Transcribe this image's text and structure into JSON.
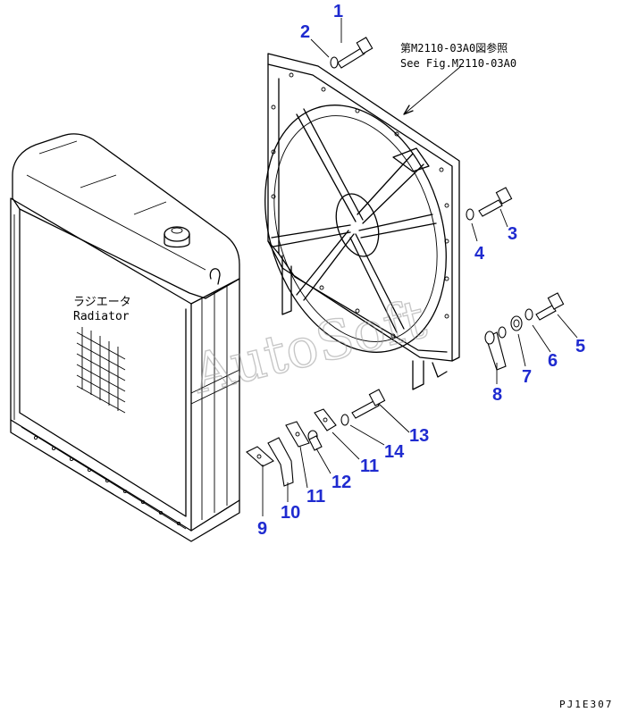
{
  "reference_note": {
    "line1": "第M2110-03A0図参照",
    "line2": "See Fig.M2110-03A0"
  },
  "radiator_label": {
    "japanese": "ラジエータ",
    "english": "Radiator"
  },
  "callouts": [
    {
      "id": "c1",
      "text": "1"
    },
    {
      "id": "c2",
      "text": "2"
    },
    {
      "id": "c3",
      "text": "3"
    },
    {
      "id": "c4",
      "text": "4"
    },
    {
      "id": "c5",
      "text": "5"
    },
    {
      "id": "c6",
      "text": "6"
    },
    {
      "id": "c7",
      "text": "7"
    },
    {
      "id": "c8",
      "text": "8"
    },
    {
      "id": "c9",
      "text": "9"
    },
    {
      "id": "c10",
      "text": "10"
    },
    {
      "id": "c11a",
      "text": "11"
    },
    {
      "id": "c11b",
      "text": "11"
    },
    {
      "id": "c12",
      "text": "12"
    },
    {
      "id": "c13",
      "text": "13"
    },
    {
      "id": "c14",
      "text": "14"
    }
  ],
  "watermark": "AutoSoft",
  "figure_code": "PJ1E307",
  "colors": {
    "callout": "#1f2bd0",
    "linework": "#000000",
    "watermark": "#9a9a9a"
  }
}
